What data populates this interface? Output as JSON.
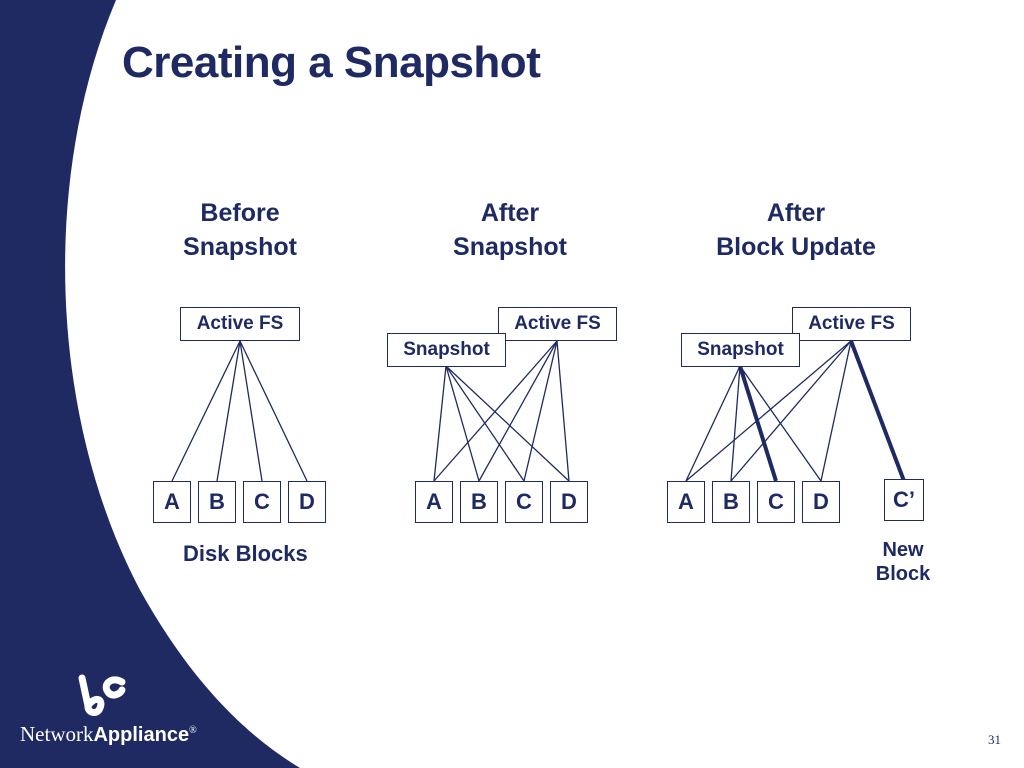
{
  "slide": {
    "title": "Creating a Snapshot",
    "page_number": "31"
  },
  "panels": [
    {
      "heading_line1": "Before",
      "heading_line2": "Snapshot",
      "active_fs": "Active FS",
      "blocks": [
        "A",
        "B",
        "C",
        "D"
      ]
    },
    {
      "heading_line1": "After",
      "heading_line2": "Snapshot",
      "active_fs": "Active FS",
      "snapshot": "Snapshot",
      "blocks": [
        "A",
        "B",
        "C",
        "D"
      ]
    },
    {
      "heading_line1": "After",
      "heading_line2": "Block Update",
      "active_fs": "Active FS",
      "snapshot": "Snapshot",
      "blocks": [
        "A",
        "B",
        "C",
        "D"
      ],
      "new_block": "C’"
    }
  ],
  "captions": {
    "disk_blocks": "Disk Blocks",
    "new_block_line1": "New",
    "new_block_line2": "Block"
  },
  "logo": {
    "brand_prefix": "Network",
    "brand_bold": "Appliance",
    "registered": "®"
  },
  "colors": {
    "navy": "#1f2a63",
    "background": "#ffffff"
  }
}
